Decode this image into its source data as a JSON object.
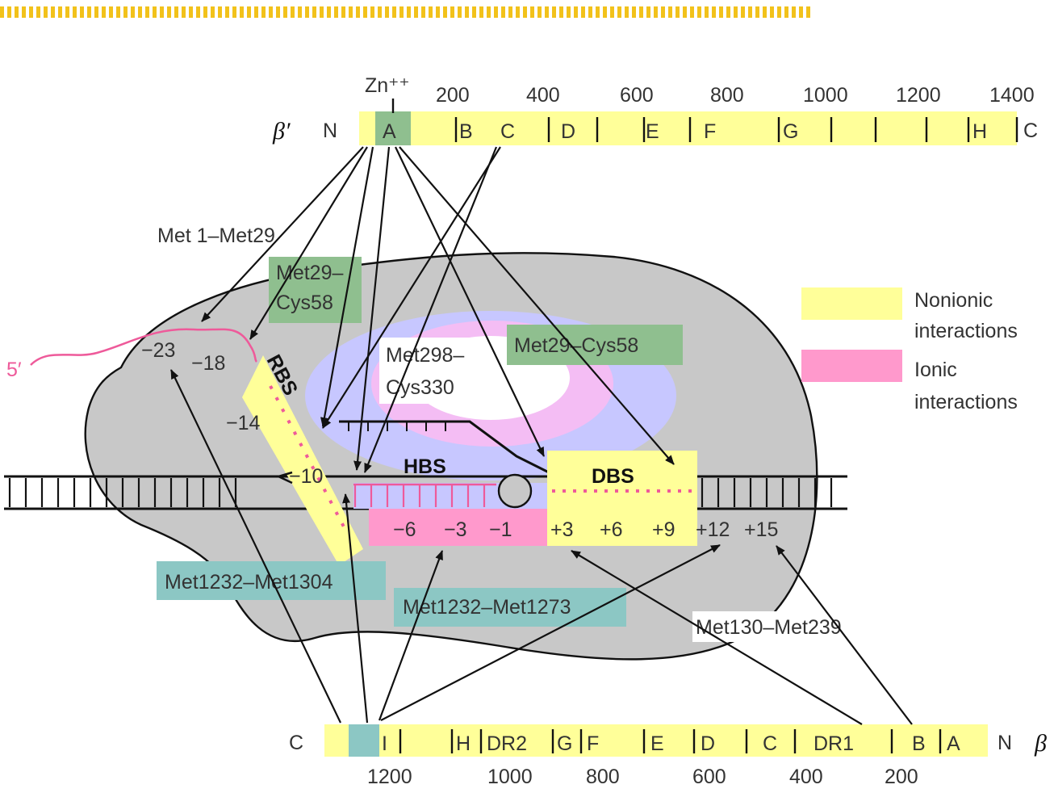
{
  "colors": {
    "domain_yellow": "#ffff99",
    "zinc_domain_green": "#8fbf8f",
    "met_green": "#8fbf8f",
    "met_teal": "#8cc7c4",
    "ionic_pink": "#ff99cc",
    "nonionic_yellow": "#ffff99",
    "rna_pink": "#ee5a9a",
    "enzyme_gray": "#c8c8c8",
    "channel_blue": "#c7c7ff"
  },
  "beta_prime": {
    "symbol": "β′",
    "n_end": "N",
    "c_end": "C",
    "zinc": "Zn⁺⁺",
    "ticks": [
      "200",
      "400",
      "600",
      "800",
      "1000",
      "1200",
      "1400"
    ],
    "domains": [
      "A",
      "B",
      "C",
      "D",
      "E",
      "F",
      "G",
      "H"
    ]
  },
  "beta": {
    "symbol": "β",
    "n_end": "N",
    "c_end": "C",
    "ticks": [
      "1200",
      "1000",
      "800",
      "600",
      "400",
      "200"
    ],
    "domains": [
      "I",
      "H",
      "DR2",
      "G",
      "F",
      "E",
      "D",
      "C",
      "DR1",
      "B",
      "A"
    ]
  },
  "labels": {
    "met1_met29": "Met 1–Met29",
    "met29_cys58_a_line1": "Met29–",
    "met29_cys58_a_line2": "Cys58",
    "met29_cys58_b": "Met29–Cys58",
    "met298_line1": "Met298–",
    "met298_line2": "Cys330",
    "met1232_1304": "Met1232–Met1304",
    "met1232_1273": "Met1232–Met1273",
    "met130_239": "Met130–Met239",
    "five_prime": "5′",
    "rbs": "RBS",
    "hbs": "HBS",
    "dbs": "DBS"
  },
  "rna_positions": [
    "−23",
    "−18",
    "−14",
    "−10"
  ],
  "dna_positions": [
    "−6",
    "−3",
    "−1",
    "+3",
    "+6",
    "+9",
    "+12",
    "+15"
  ],
  "legend": [
    {
      "label_line1": "Nonionic",
      "label_line2": "interactions",
      "color": "#ffff99"
    },
    {
      "label_line1": "Ionic",
      "label_line2": "interactions",
      "color": "#ff99cc"
    }
  ]
}
